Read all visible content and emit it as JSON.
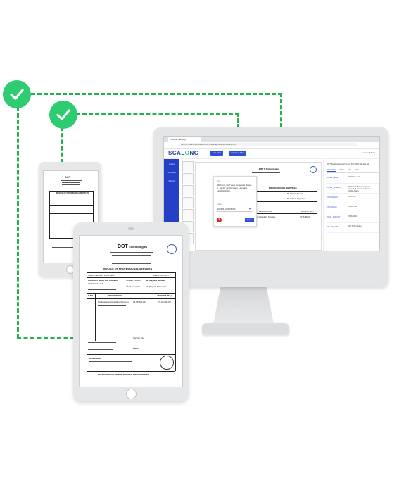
{
  "browser": {
    "tab_title": "Invoice Tracking",
    "url": "file:///D:/ScalongInvoice/OCR/Tracking/InvoiceTracking.html"
  },
  "app": {
    "logo_prefix": "SCAL",
    "logo_o": "O",
    "logo_suffix": "NG",
    "btn_edit_files": "Edit Files",
    "btn_add_new_files": "Add New Files",
    "user_name": "Invoice Admin"
  },
  "sidebar": {
    "items": [
      "Invoice",
      "Templates",
      "Settings"
    ]
  },
  "popup": {
    "text_label": "Text",
    "text_value": "9th Floor, Golf View Corporate Tower- A, Sector 42, Gurgaon, Haryana - 122002 (India)",
    "label_label": "Label",
    "label_value": "BUYER_ADDRESS",
    "save": "Save"
  },
  "panel": {
    "title": "DOT Technologies Pvt Ltd - INV 2017-01-101 (ai)",
    "tabs": [
      "LIST VIEW",
      "JSON",
      "XML",
      "CSV"
    ],
    "rows": [
      {
        "key": "BUYER_NAME",
        "value": "XYZ Private Ltd."
      },
      {
        "key": "BUYER_ADDRESS",
        "value": "9th Floor, Golf View Corporate Tower- A, Sector 42, Gurgaon - 122002 (India)"
      },
      {
        "key": "INVOICE_DATE",
        "value": "13-07-2017"
      },
      {
        "key": "INVOICE_NO",
        "value": "INV-2017-01"
      },
      {
        "key": "TOTAL_AMOUNT",
        "value": "76,65,800.00"
      },
      {
        "key": "SELLER_NAME",
        "value": "DOT Technologies"
      }
    ]
  },
  "invoice": {
    "company": "DOT",
    "company_suffix": "Technologies",
    "heading": "INVOICE OF PROFESSIONAL SERVICES",
    "invoice_number_label": "Invoice Number",
    "invoice_number": "INV/01/2017",
    "date_label": "Date:",
    "date": "13/07/2017",
    "customer_label": "Customer Name and Address",
    "contact_person_label": "Contact Person:",
    "contact_person": "Mr. Mayank Bansal",
    "chief_label": "Chief Executive:",
    "chief": "Mr. Rayesh Majumdar",
    "customer_name": "XYZ Private Ltd.",
    "sno": "S.NO.",
    "desc": "DESCRIPTION",
    "amt": "AMOUNT (Rs.)",
    "service_line": "Professional Consulting Services",
    "amount_1": "76,65,800.00",
    "amount_2": "76,65,800.00",
    "service_tax": "Service Tax",
    "total_label": "TOTAL",
    "declaration": "Declaration",
    "footer": "SOFTWARE DEVELOPMENT SERVICES ARE CONSIDERED",
    "doc_heading_mini": "PROFESSIONAL SERVICES"
  },
  "colors": {
    "accent": "#2f4fd6",
    "sidebar": "#2340c6",
    "check": "#2ecc71",
    "dash": "#22b14c"
  },
  "icons": [
    "check-icon",
    "qr-icon",
    "close-icon",
    "chevron-down-icon",
    "menu-icon"
  ]
}
